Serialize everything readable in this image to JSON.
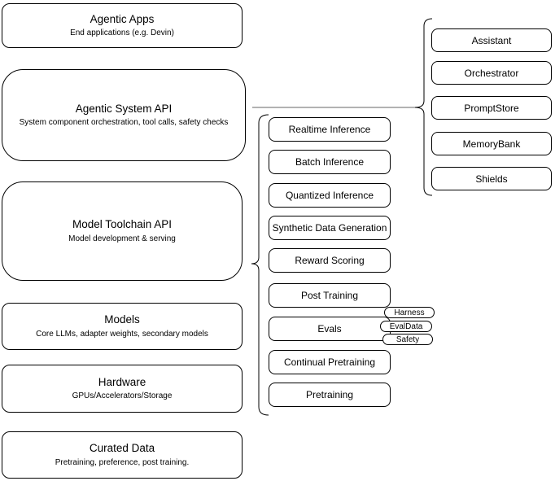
{
  "diagram": {
    "layers": [
      {
        "title": "Agentic Apps",
        "subtitle": "End applications (e.g. Devin)"
      },
      {
        "title": "Agentic System API",
        "subtitle": "System component orchestration, tool calls, safety checks"
      },
      {
        "title": "Model Toolchain API",
        "subtitle": "Model development & serving"
      },
      {
        "title": "Models",
        "subtitle": "Core LLMs, adapter weights, secondary models"
      },
      {
        "title": "Hardware",
        "subtitle": "GPUs/Accelerators/Storage"
      },
      {
        "title": "Curated Data",
        "subtitle": "Pretraining, preference, post training."
      }
    ],
    "toolchain_components": [
      "Realtime Inference",
      "Batch Inference",
      "Quantized Inference",
      "Synthetic Data Generation",
      "Reward Scoring",
      "Post Training",
      "Evals",
      "Continual Pretraining",
      "Pretraining"
    ],
    "evals_badges": [
      "Harness",
      "EvalData",
      "Safety"
    ],
    "agentic_components": [
      "Assistant",
      "Orchestrator",
      "PromptStore",
      "MemoryBank",
      "Shields"
    ],
    "colors": {
      "stroke": "#000000",
      "connector": "#666666",
      "background": "#ffffff",
      "text": "#000000"
    }
  }
}
